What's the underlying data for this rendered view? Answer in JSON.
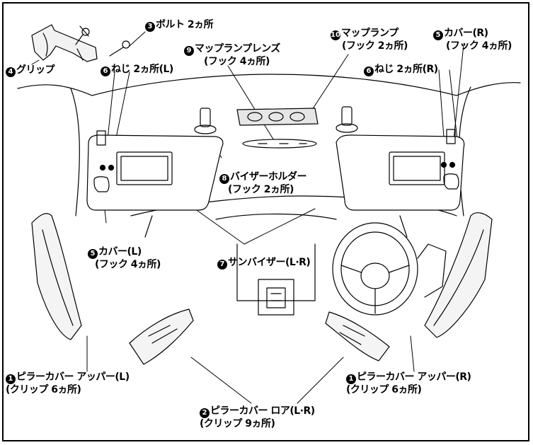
{
  "diagram": {
    "labels": [
      {
        "id": "bolt",
        "num": "3",
        "text": "ボルト 2ヵ所",
        "sub": ""
      },
      {
        "id": "grip",
        "num": "4",
        "text": "グリップ",
        "sub": ""
      },
      {
        "id": "map-lamp-lens",
        "num": "9",
        "text": "マップランプレンズ",
        "sub": "(フック 4ヵ所)"
      },
      {
        "id": "map-lamp",
        "num": "10",
        "text": "マップランプ",
        "sub": "(フック 2ヵ所)"
      },
      {
        "id": "cover-r",
        "num": "5",
        "text": "カバー(R)",
        "sub": "(フック 4ヵ所)"
      },
      {
        "id": "screw-l",
        "num": "6",
        "text": "ねじ 2ヵ所(L)",
        "sub": ""
      },
      {
        "id": "screw-r",
        "num": "6",
        "text": "ねじ 2ヵ所(R)",
        "sub": ""
      },
      {
        "id": "visor-holder",
        "num": "8",
        "text": "バイザーホルダー",
        "sub": "(フック 2ヵ所)"
      },
      {
        "id": "cover-l",
        "num": "5",
        "text": "カバー(L)",
        "sub": "(フック 4ヵ所)"
      },
      {
        "id": "sun-visor",
        "num": "7",
        "text": "サンバイザー(L·R)",
        "sub": ""
      },
      {
        "id": "pillar-upper-l",
        "num": "1",
        "text": "ピラーカバー アッパー(L)",
        "sub": "(クリップ 6ヵ所)"
      },
      {
        "id": "pillar-upper-r",
        "num": "1",
        "text": "ピラーカバー アッパー(R)",
        "sub": "(クリップ 6ヵ所)"
      },
      {
        "id": "pillar-lower",
        "num": "2",
        "text": "ピラーカバー ロア(L·R)",
        "sub": "(クリップ 9ヵ所)"
      }
    ]
  }
}
